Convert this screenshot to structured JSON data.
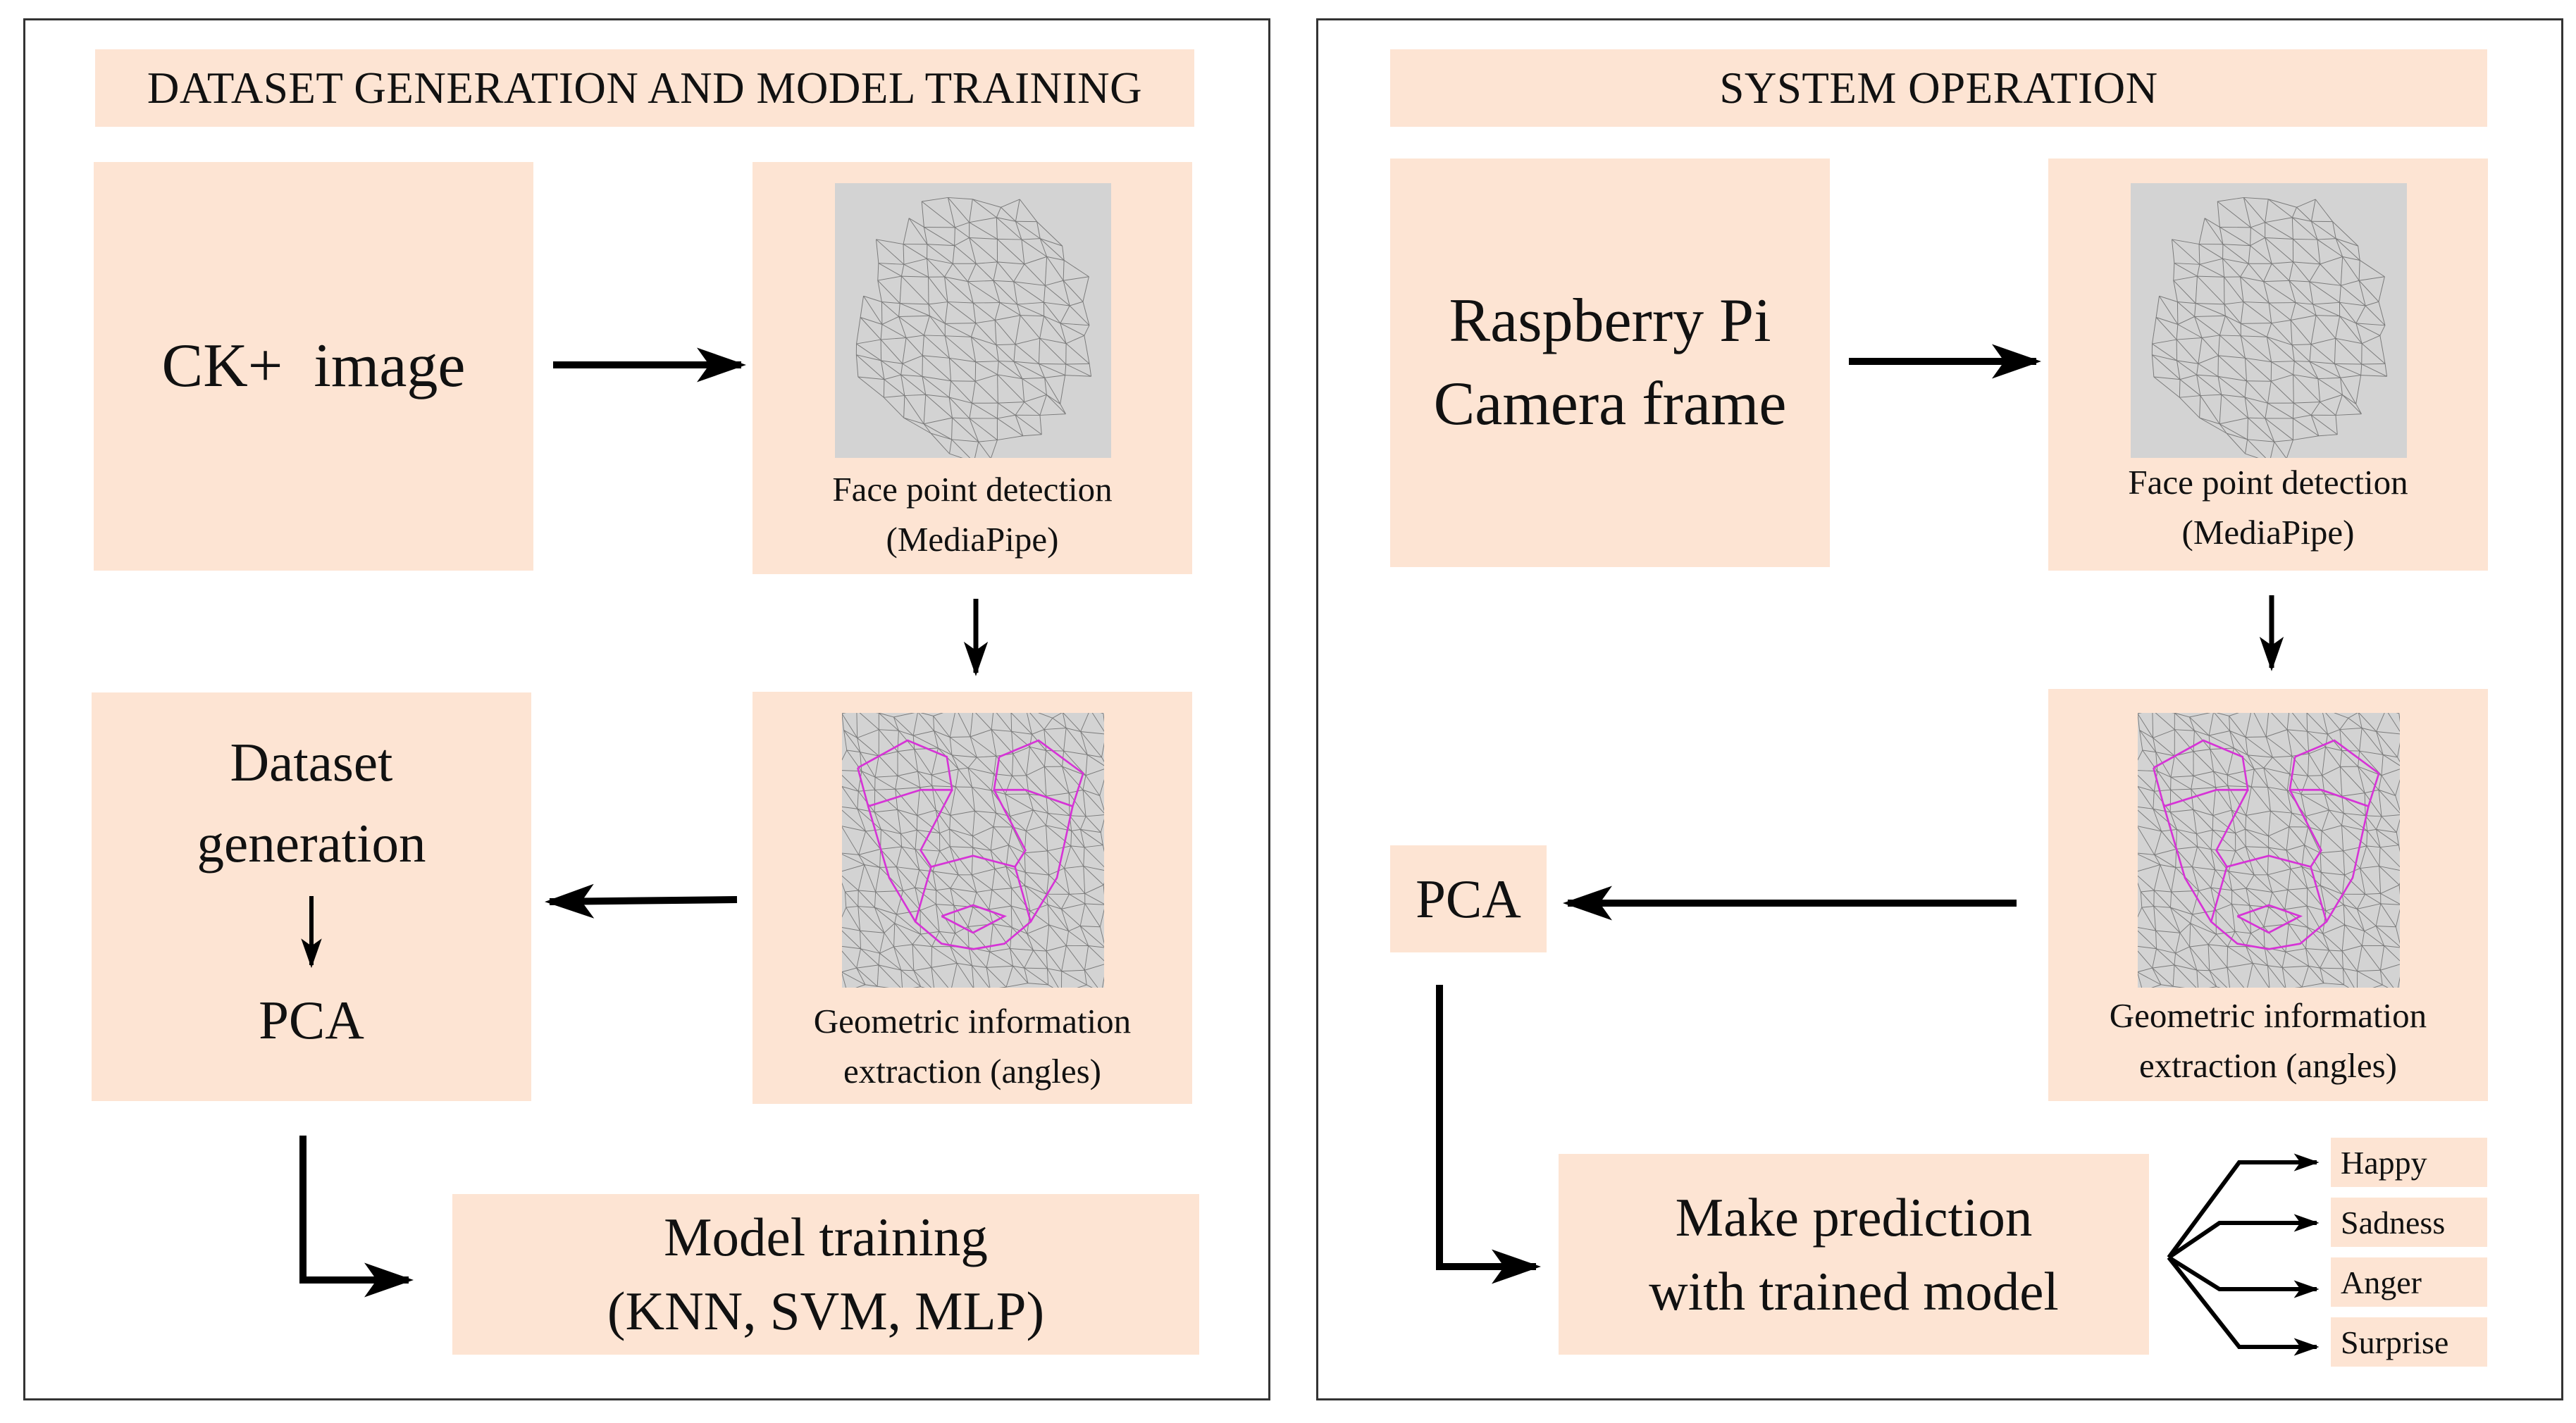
{
  "left_panel": {
    "header": "DATASET GENERATION AND MODEL TRAINING",
    "input_box": "CK+  image",
    "face_detection": {
      "line1": "Face point detection",
      "line2": "(MediaPipe)"
    },
    "geometric": {
      "line1": "Geometric information",
      "line2": "extraction (angles)"
    },
    "dataset": {
      "line1": "Dataset",
      "line2": "generation",
      "line3": "PCA"
    },
    "training": {
      "line1": "Model training",
      "line2": "(KNN, SVM, MLP)"
    }
  },
  "right_panel": {
    "header": "SYSTEM OPERATION",
    "input_box": {
      "line1": "Raspberry Pi",
      "line2": "Camera frame"
    },
    "face_detection": {
      "line1": "Face point detection",
      "line2": "(MediaPipe)"
    },
    "geometric": {
      "line1": "Geometric information",
      "line2": "extraction (angles)"
    },
    "pca": "PCA",
    "prediction": {
      "line1": "Make prediction",
      "line2": "with trained model"
    },
    "emotions": [
      "Happy",
      "Sadness",
      "Anger",
      "Surprise"
    ]
  },
  "colors": {
    "box_fill": "#fde4d3",
    "panel_border": "#333333",
    "mesh_line": "#7a7a7a",
    "angle_lines": "#d633d6",
    "image_bg": "#d3d3d3"
  }
}
